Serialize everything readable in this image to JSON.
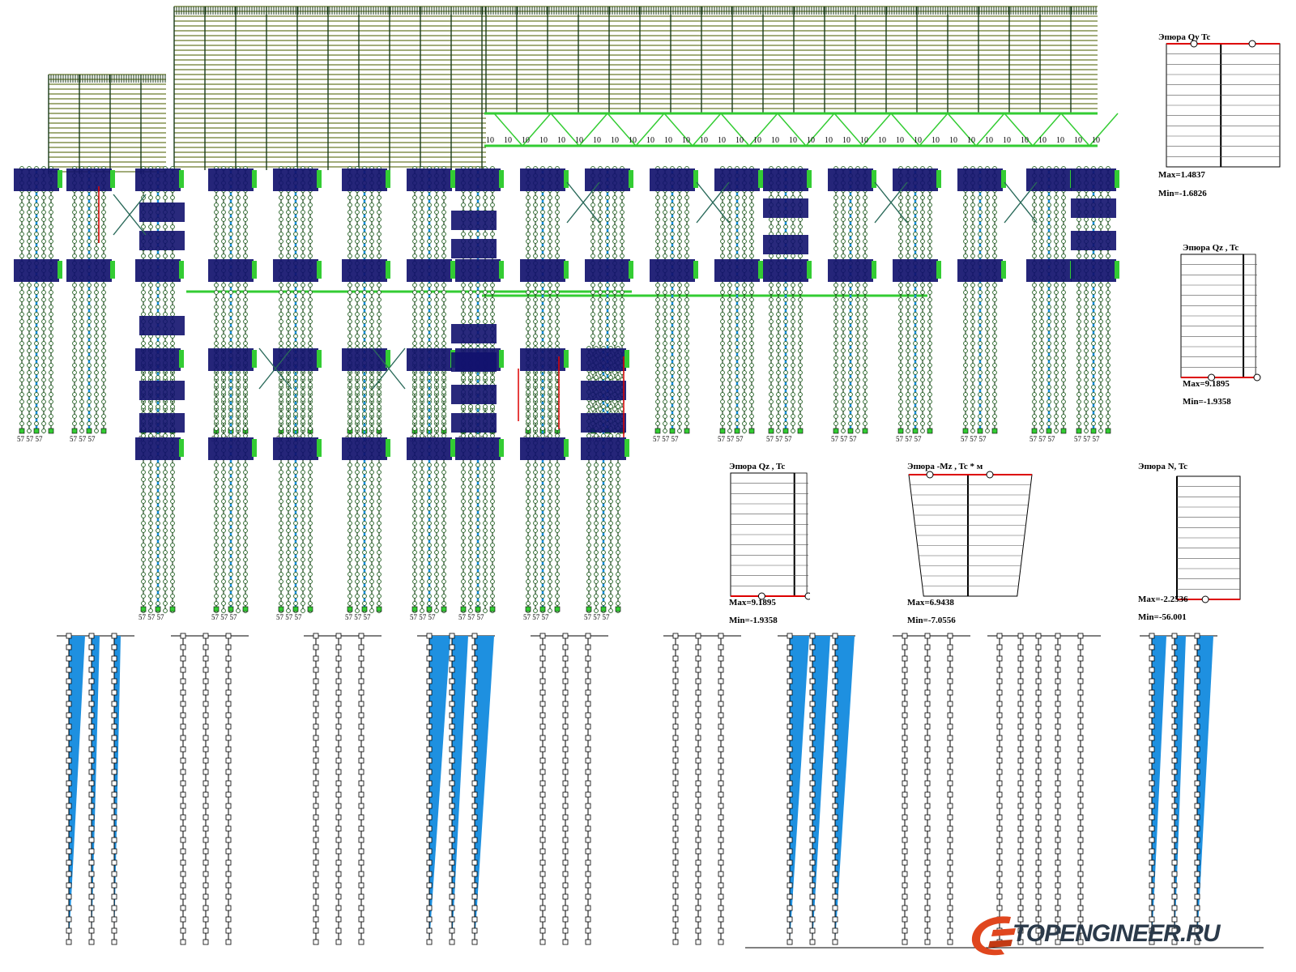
{
  "diagrams": [
    {
      "id": "qy",
      "title": "Эпюра  Qy Tc",
      "max": "Max=1.4837",
      "min": "Min=-1.6826"
    },
    {
      "id": "qz-1",
      "title": "Эпюра  Qz , Tc",
      "max": "Max=9.1895",
      "min": "Min=-1.9358"
    },
    {
      "id": "qz-2",
      "title": "Эпюра  Qz , Tc",
      "max": "Max=9.1895",
      "min": "Min=-1.9358"
    },
    {
      "id": "mz",
      "title": "Эпюра -Mz , Tc * м",
      "max": "Max=6.9438",
      "min": "Min=-7.0556"
    },
    {
      "id": "n",
      "title": "Эпюра  N, Tc",
      "max": "Max=-2.2536",
      "min": "Min=-56.001"
    }
  ],
  "model_labels": {
    "member": "10",
    "node": "57"
  },
  "watermark": {
    "text": "TOPENGINEER.RU",
    "brand_color": "#e0461e",
    "text_color": "#2b3a4a"
  },
  "colors": {
    "frame_green": "#33cc33",
    "frame_dark": "#1a3a1a",
    "pile_blue": "#1e90e0",
    "node_navy": "#12126e",
    "red": "#dd0000"
  }
}
